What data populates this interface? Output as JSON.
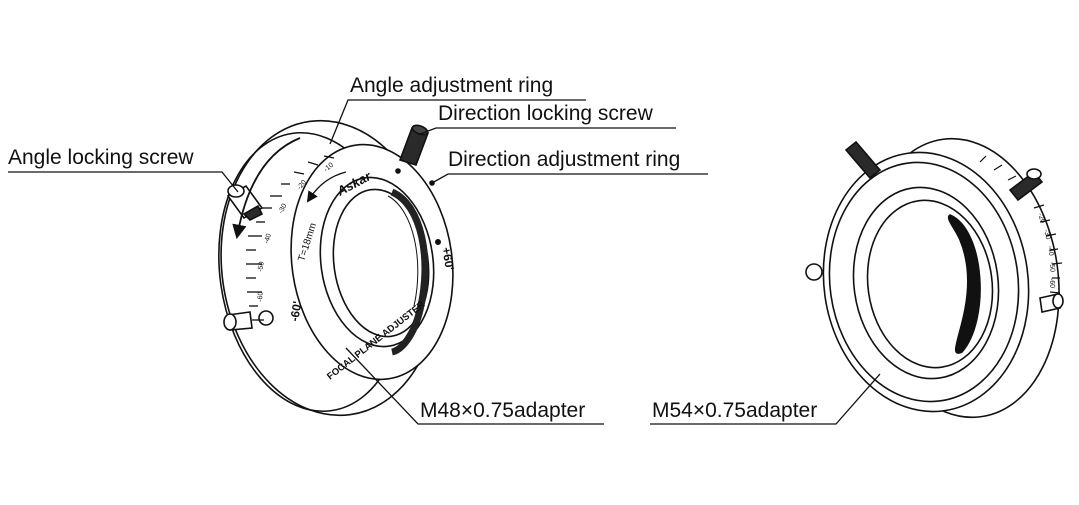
{
  "labels": {
    "angle_adjustment_ring": "Angle adjustment ring",
    "direction_locking_screw": "Direction locking screw",
    "angle_locking_screw": "Angle locking screw",
    "direction_adjustment_ring": "Direction adjustment ring",
    "m48_adapter": "M48×0.75adapter",
    "m54_adapter": "M54×0.75adapter"
  },
  "ring_markings": {
    "brand": "Askar",
    "thickness": "T=18mm",
    "product": "FOCAL PLANE ADJUSTER",
    "minus_60": "-60'",
    "plus_60": "+60'",
    "scale_values": [
      "-10",
      "-20",
      "-30",
      "-40",
      "-50",
      "-60"
    ],
    "rear_scale_values": [
      "-20",
      "-30",
      "-40",
      "-50",
      "-60"
    ]
  }
}
